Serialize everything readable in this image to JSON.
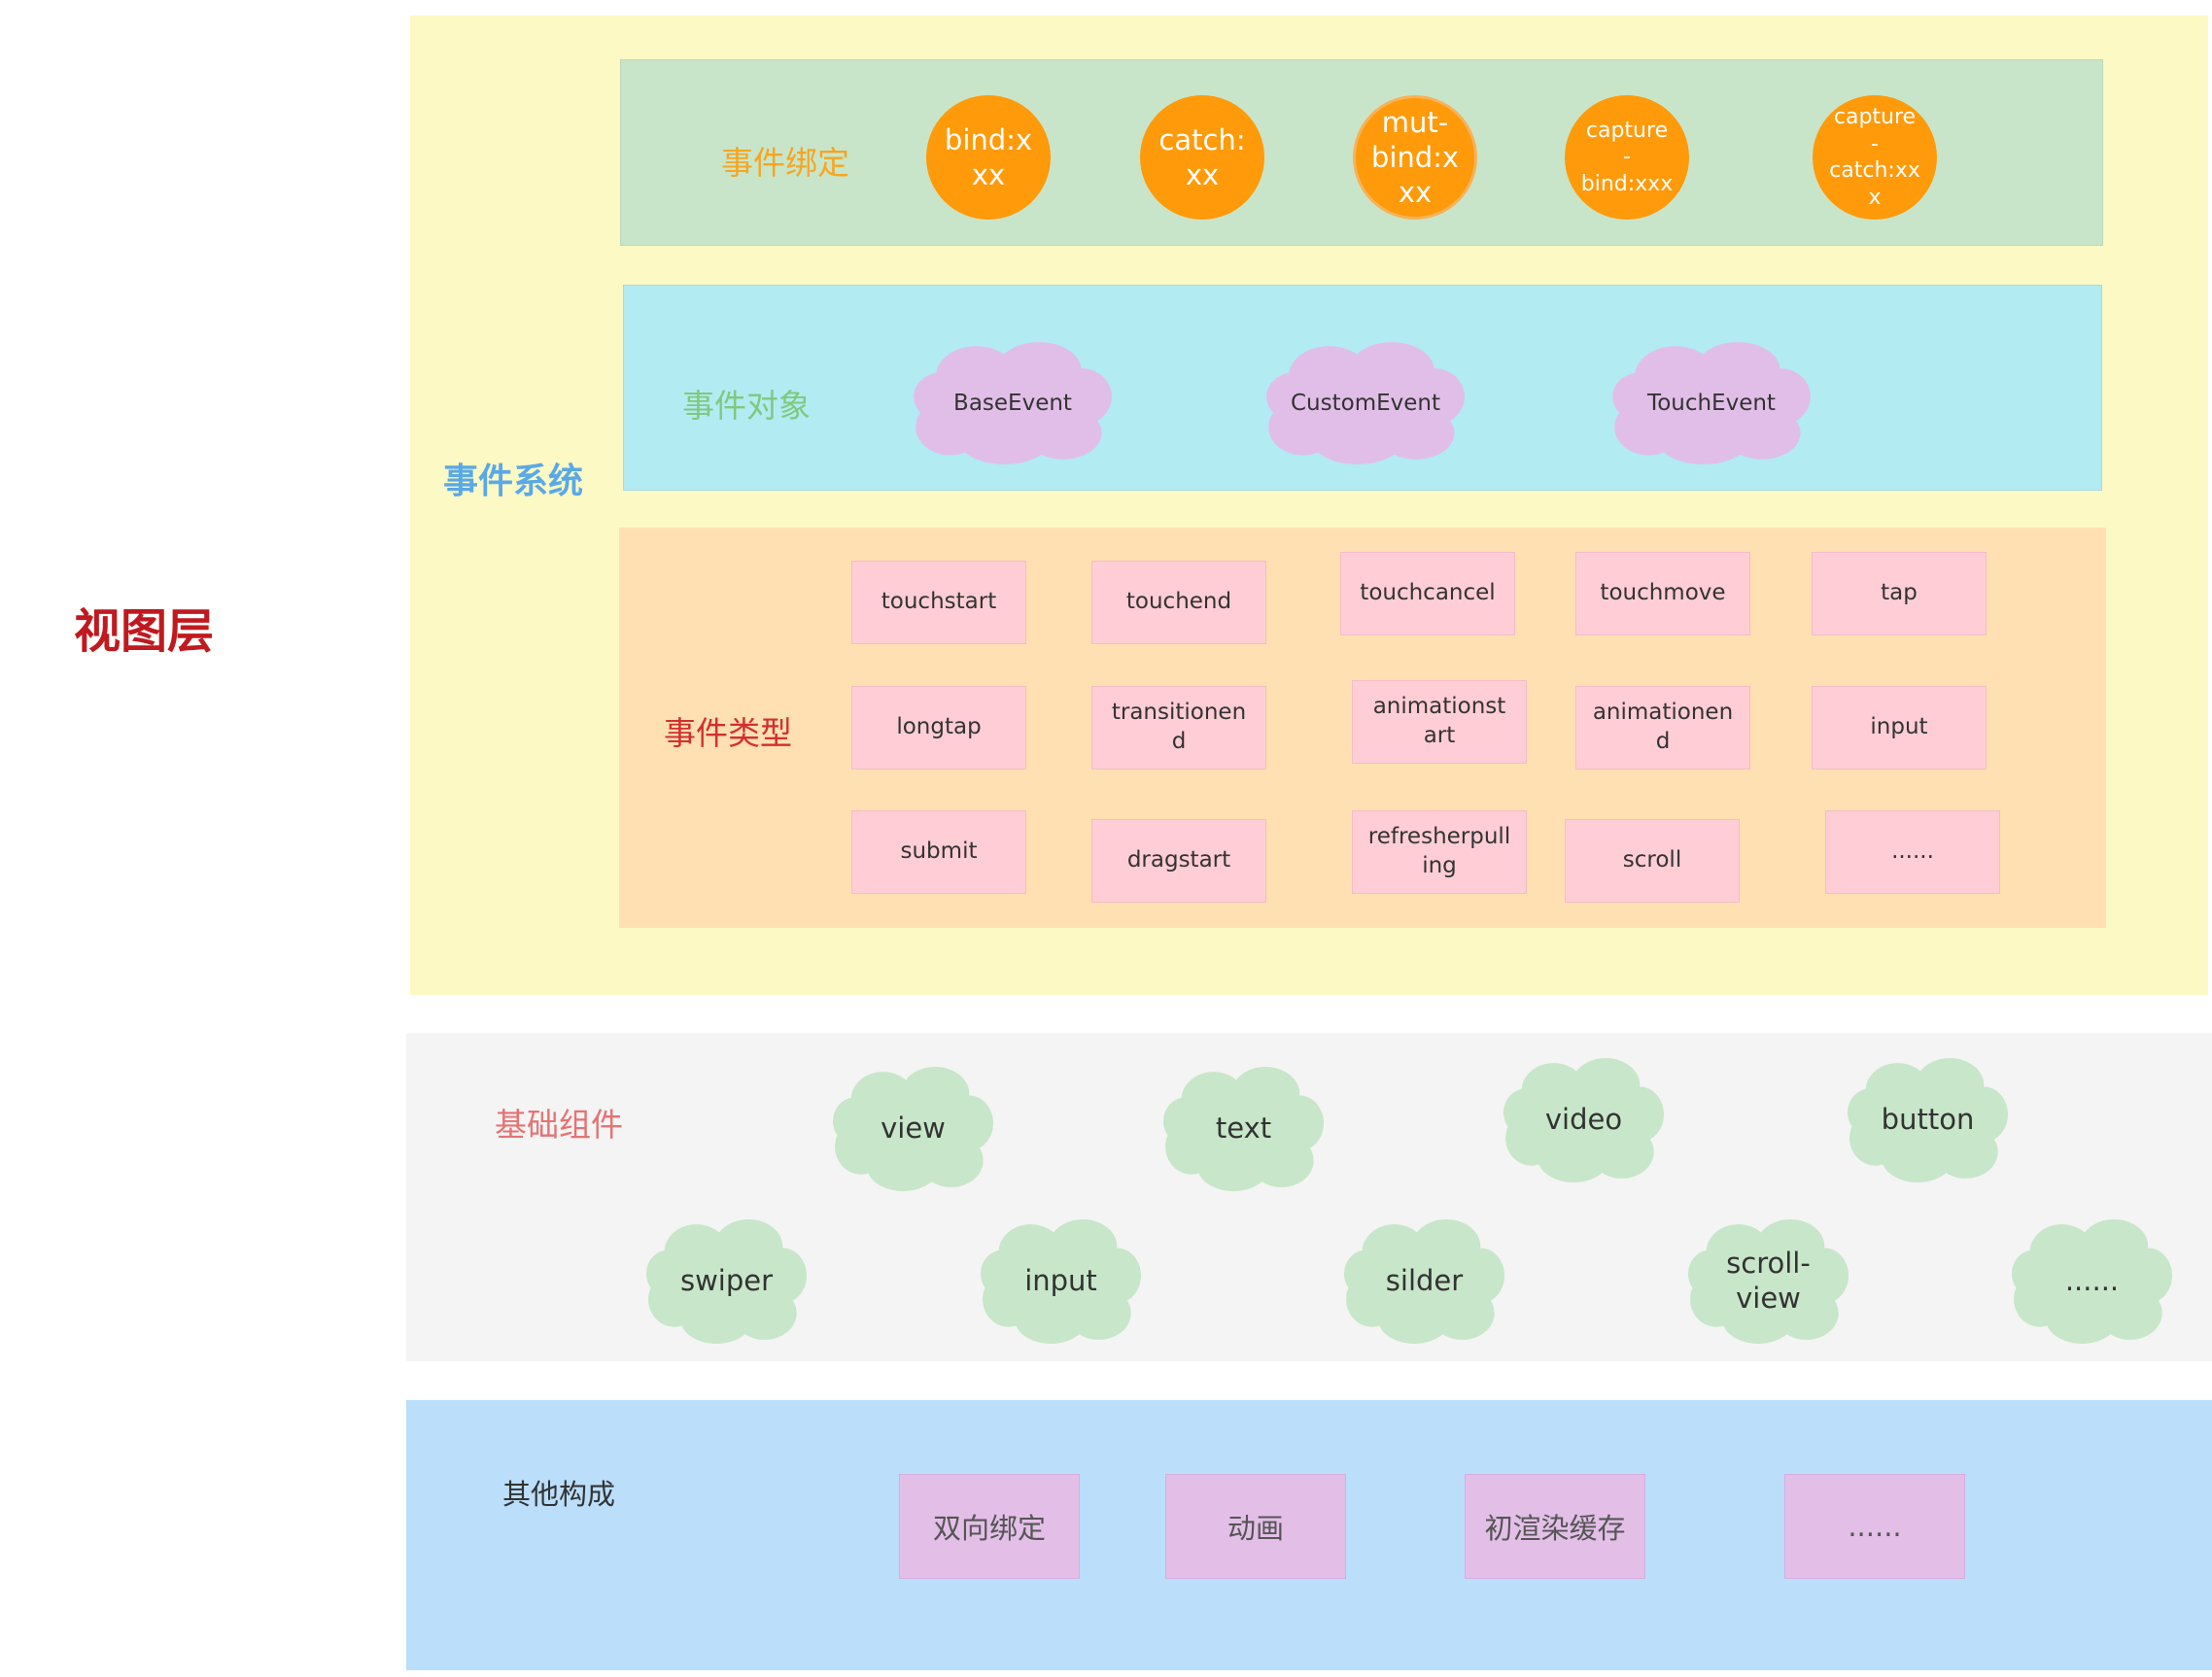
{
  "view_layer": {
    "title": "视图层",
    "color": "#c0191f"
  },
  "event_system": {
    "title": "事件系统",
    "title_color": "#5aa9e6",
    "panel_color": "#fdf9c4",
    "binding": {
      "title": "事件绑定",
      "title_color": "#f5a623",
      "panel_color": "#c9e5c9",
      "circle_color": "#ff9a0a",
      "items": [
        "bind:x\nxx",
        "catch:\nxx",
        "mut-\nbind:x\nxx",
        "capture\n-\nbind:xxx",
        "capture\n-\ncatch:xx\nx"
      ]
    },
    "objects": {
      "title": "事件对象",
      "title_color": "#7fc97f",
      "panel_color": "#b2ebf2",
      "cloud_color": "#e1bee7",
      "items": [
        "BaseEvent",
        "CustomEvent",
        "TouchEvent"
      ]
    },
    "types": {
      "title": "事件类型",
      "title_color": "#d32f2f",
      "panel_color": "#ffe0b2",
      "chip_color": "#ffcdd5",
      "rows": [
        [
          "touchstart",
          "touchend",
          "touchcancel",
          "touchmove",
          "tap"
        ],
        [
          "longtap",
          "transitionen\nd",
          "animationst\nart",
          "animationen\nd",
          "input"
        ],
        [
          "submit",
          "dragstart",
          "refresherpull\ning",
          "scroll",
          "......"
        ]
      ]
    }
  },
  "base_components": {
    "title": "基础组件",
    "title_color": "#e57373",
    "panel_color": "#f4f4f4",
    "cloud_color": "#c8e6c9",
    "row1": [
      "view",
      "text",
      "video",
      "button"
    ],
    "row2": [
      "swiper",
      "input",
      "silder",
      "scroll-\nview",
      "......"
    ]
  },
  "others": {
    "title": "其他构成",
    "title_color": "#333333",
    "panel_color": "#bbdefb",
    "box_color": "#e3bfe8",
    "items": [
      "双向绑定",
      "动画",
      "初渲染缓存",
      "......"
    ]
  }
}
